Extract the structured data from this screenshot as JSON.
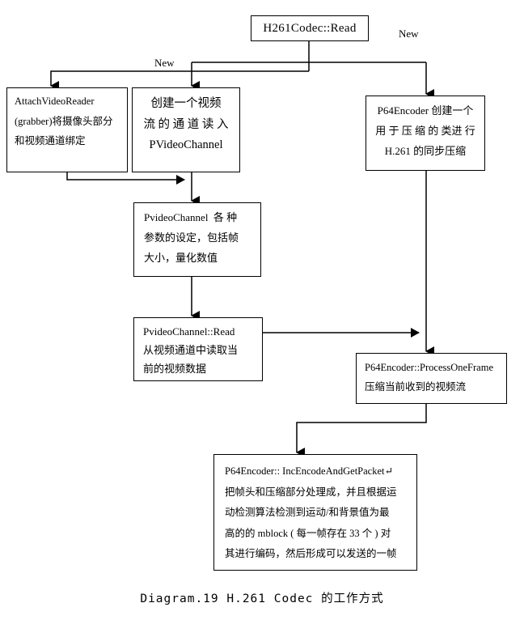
{
  "diagram": {
    "caption": "Diagram.19 H.261 Codec 的工作方式",
    "nodes": {
      "root": {
        "lines": [
          "H261Codec::Read"
        ]
      },
      "attach_video_reader": {
        "lines": [
          "AttachVideoReader",
          "(grabber)将摄像头部分",
          "和视频通道绑定"
        ]
      },
      "create_channel": {
        "lines": [
          "创建一个视频",
          "流 的 通 道 读 入",
          "PVideoChannel"
        ]
      },
      "p64_encoder": {
        "lines": [
          "P64Encoder 创建一个",
          "用 于 压 缩 的 类进 行",
          "H.261 的同步压缩"
        ]
      },
      "pvideochannel_params": {
        "lines": [
          "PvideoChannel  各 种",
          "参数的设定，包括帧",
          "大小，量化数值"
        ]
      },
      "pvideochannel_read": {
        "lines": [
          "PvideoChannel::Read",
          "从视频通道中读取当",
          "前的视频数据"
        ]
      },
      "process_one_frame": {
        "lines": [
          "P64Encoder::ProcessOneFrame",
          "压缩当前收到的视频流"
        ]
      },
      "inc_encode_and_get_packet": {
        "lines": [
          "P64Encoder:: IncEncodeAndGetPacket↵",
          "把帧头和压缩部分处理成，并且根据运",
          "动检测算法检测到运动/和背景值为最",
          "高的的 mblock ( 每一帧存在 33 个 ) 对",
          "其进行编码，然后形成可以发送的一帧"
        ]
      }
    },
    "edge_labels": {
      "new_left": "New",
      "new_right": "New"
    },
    "colors": {
      "stroke": "#000000",
      "background": "#ffffff"
    }
  }
}
